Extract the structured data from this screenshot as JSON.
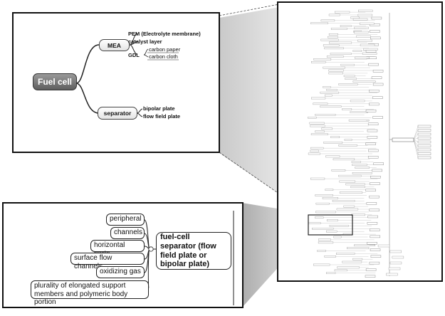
{
  "top_left_panel": {
    "root": "Fuel cell",
    "mea": "MEA",
    "mea_children": [
      "PEM (Electrolyte membrane)",
      "catalyst layer",
      "GDL"
    ],
    "gdl_children": [
      "carbon paper",
      "carbon cloth"
    ],
    "separator": "separator",
    "separator_children": [
      "bipolar plate",
      "flow field plate"
    ]
  },
  "bottom_left_panel": {
    "items": [
      "peripheral",
      "channels",
      "horizontal ports",
      "surface flow channels",
      "oxidizing gas",
      "plurality of elongated support members and polymeric body portion"
    ],
    "collapse_marker": "-",
    "parent": "fuel-cell separator (flow field plate or bipolar plate)"
  },
  "right_panel": {
    "description": "full mind map overview (text illegible at this scale)"
  },
  "colors": {
    "border": "#111111",
    "zoom_wedge": "#bdbdbd",
    "root_node": "#6e6e6e"
  }
}
